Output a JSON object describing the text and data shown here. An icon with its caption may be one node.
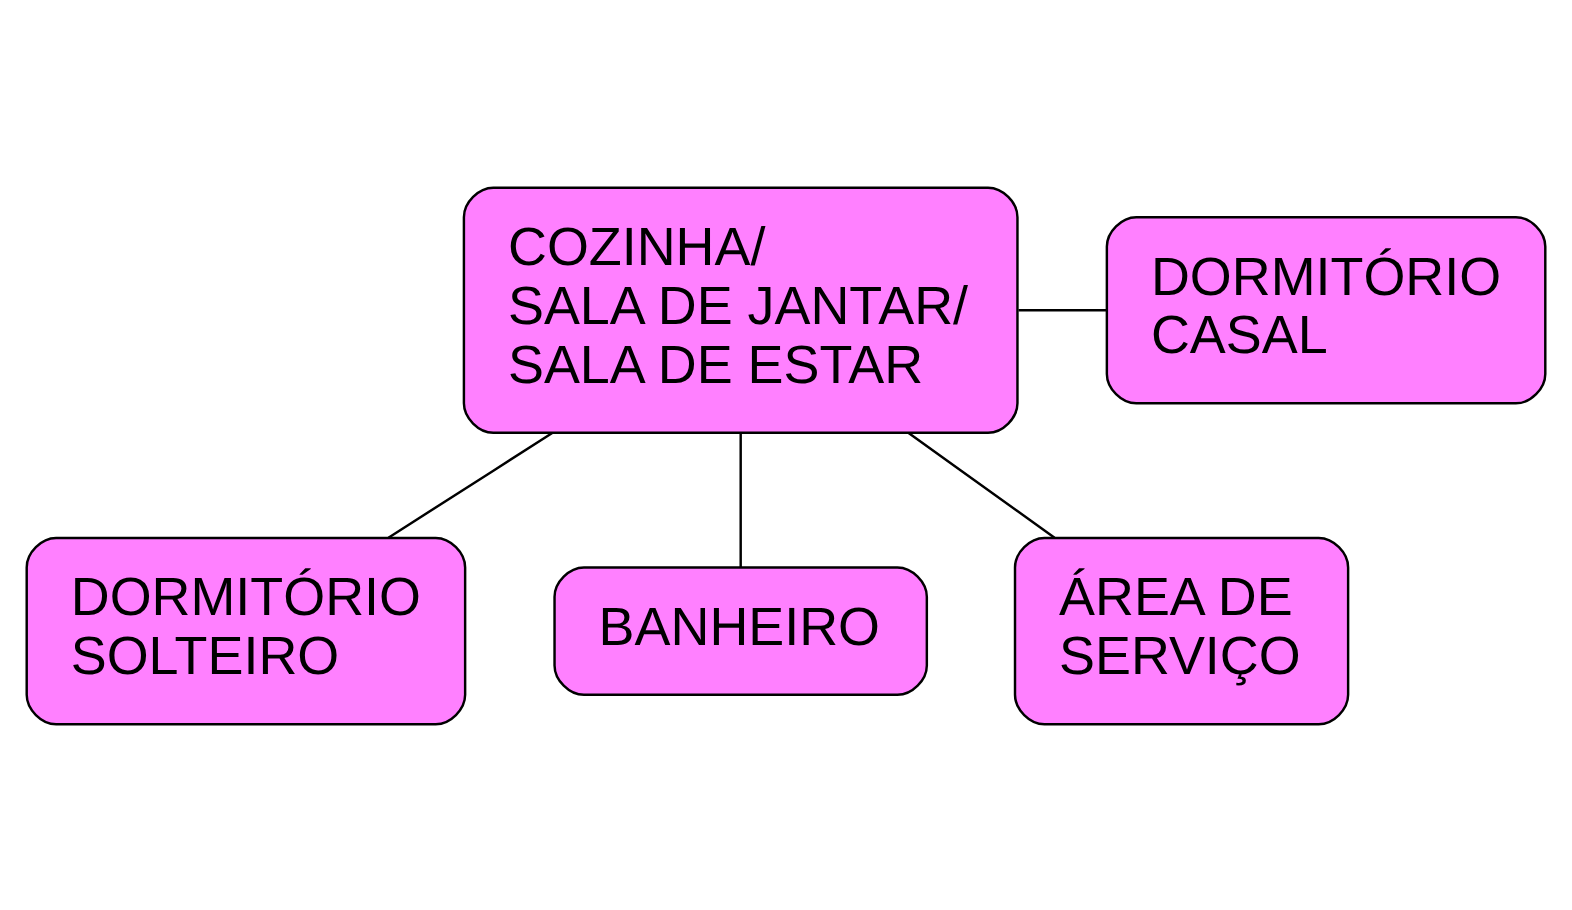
{
  "diagram": {
    "nodes": [
      {
        "text": [
          "COZINHA/ SALA DE JANTAR/ SALA DE ESTAR"
        ]
      },
      {
        "text": [
          "DORMITÓRIO CASAL"
        ]
      },
      {
        "text": [
          "DORMITÓRIO SOLTEIRO"
        ]
      },
      {
        "text": [
          "BANHEIRO"
        ]
      },
      {
        "text": [
          "ÁREA DE SERVIÇO"
        ]
      }
    ],
    "edges": [
      {
        "from": 0,
        "to": 1,
        "arrow": "none"
      },
      {
        "from": 0,
        "to": 2,
        "arrow": "none"
      },
      {
        "from": 0,
        "to": 3,
        "arrow": "none"
      },
      {
        "from": 0,
        "to": 4,
        "arrow": "none"
      }
    ]
  }
}
